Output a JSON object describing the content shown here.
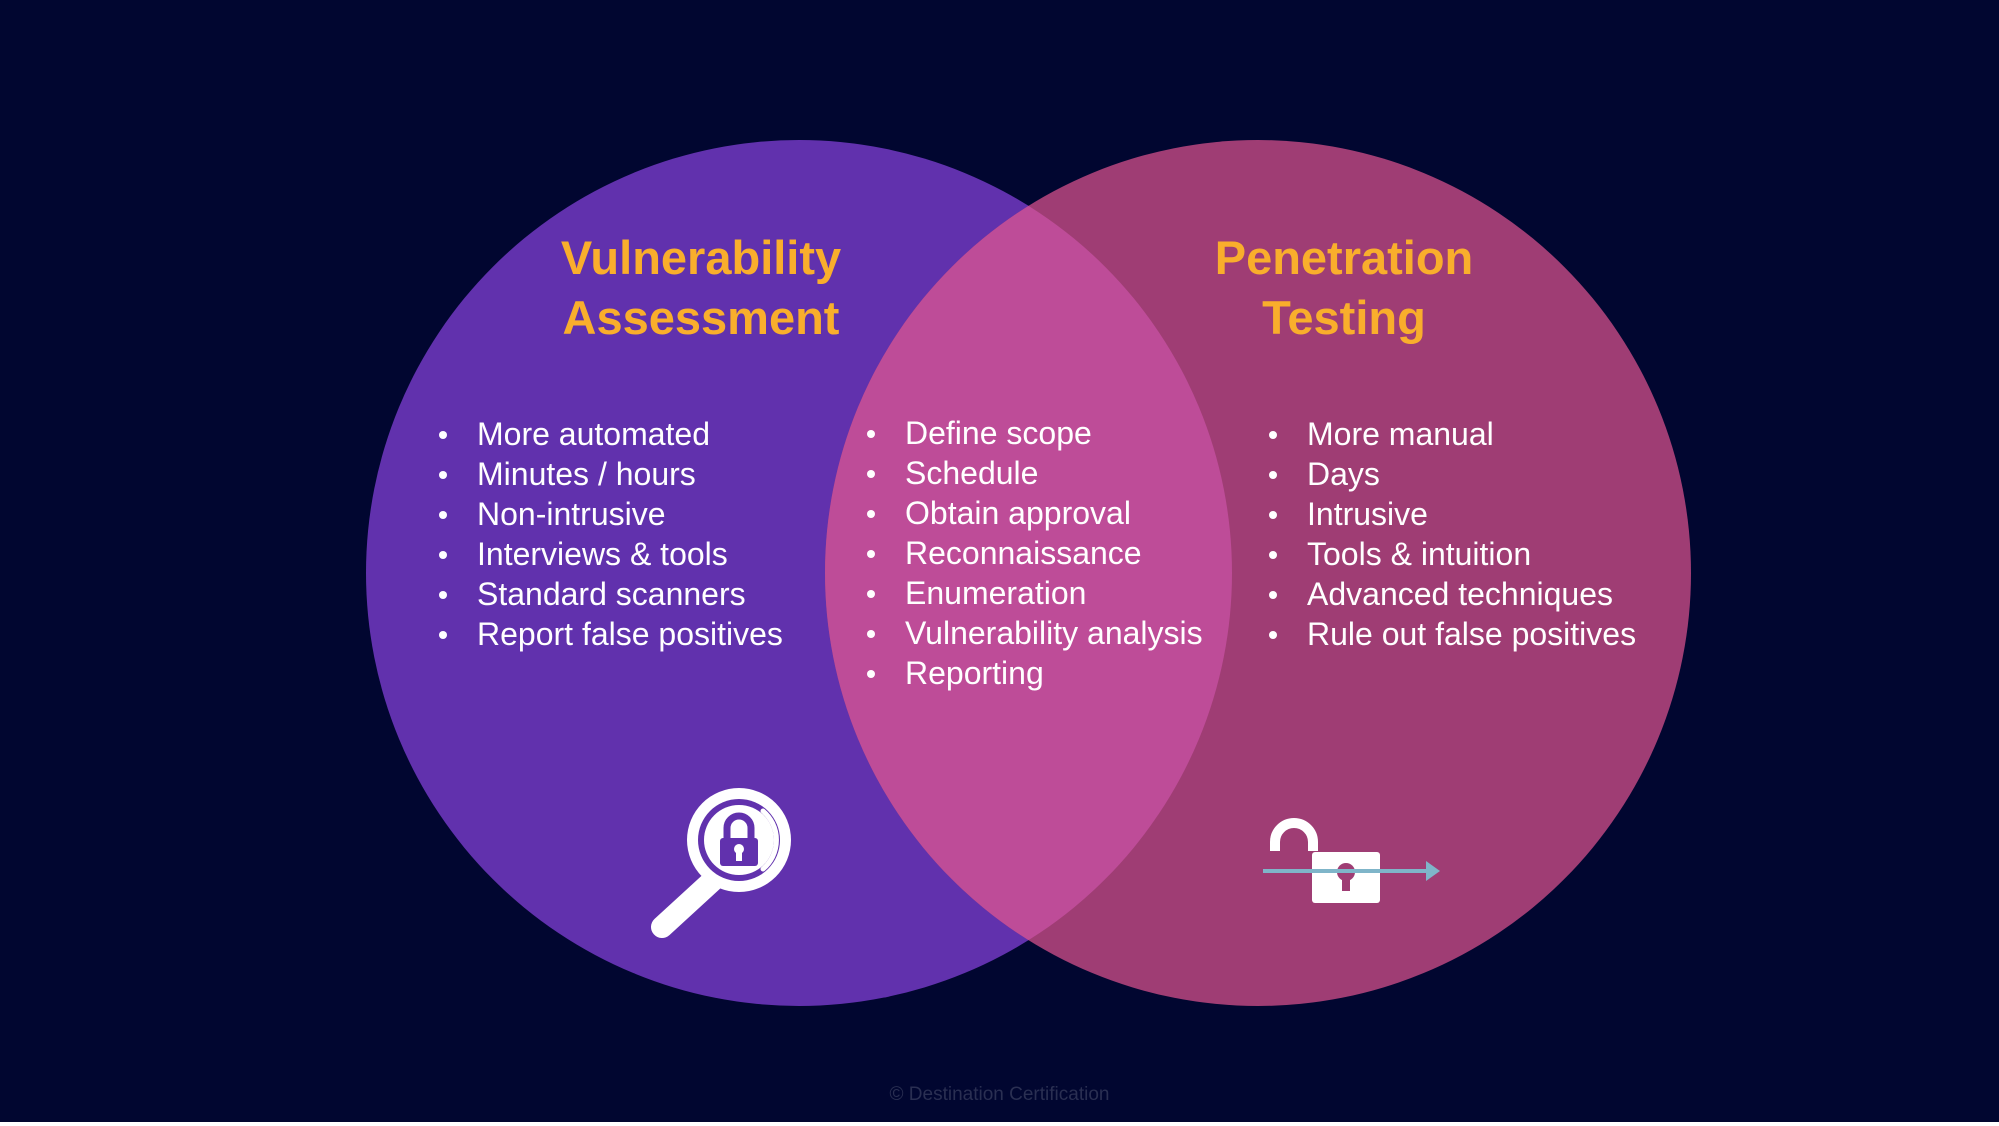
{
  "colors": {
    "background": "#010630",
    "left_circle": "#6131ad",
    "right_circle": "#9f3d74",
    "overlap": "#be4c98",
    "heading": "#f9ae2c",
    "text": "#ffffff",
    "arrow": "#7fb5c9"
  },
  "left": {
    "title_line1": "Vulnerability",
    "title_line2": "Assessment",
    "items": [
      "More automated",
      "Minutes / hours",
      "Non-intrusive",
      "Interviews & tools",
      "Standard scanners",
      "Report false positives"
    ],
    "icon": "magnifier-lock-icon"
  },
  "shared": {
    "items": [
      "Define scope",
      "Schedule",
      "Obtain approval",
      "Reconnaissance",
      "Enumeration",
      "Vulnerability analysis",
      "Reporting"
    ]
  },
  "right": {
    "title_line1": "Penetration",
    "title_line2": "Testing",
    "items": [
      "More manual",
      "Days",
      "Intrusive",
      "Tools & intuition",
      "Advanced techniques",
      "Rule out false positives"
    ],
    "icon": "unlocked-padlock-arrow-icon"
  },
  "footer": "© Destination Certification"
}
